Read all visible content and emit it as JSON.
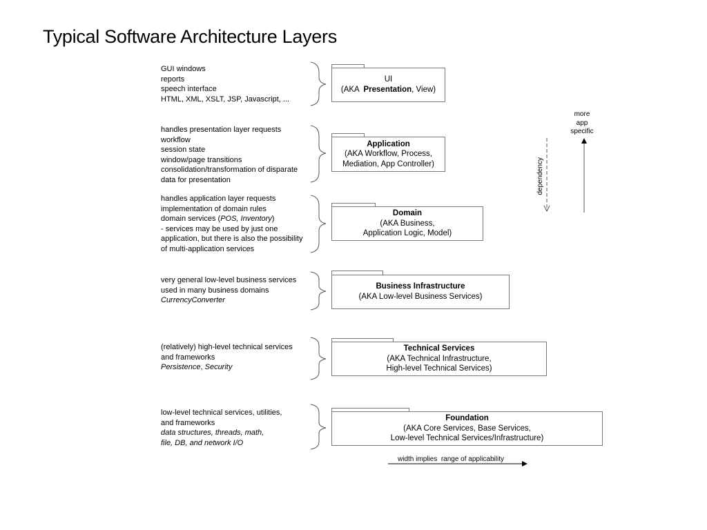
{
  "title": "Typical Software Architecture Layers",
  "layers": [
    {
      "notes": [
        "GUI windows",
        "reports",
        "speech interface",
        "HTML, XML, XSLT, JSP, Javascript, ..."
      ],
      "name_pre": "UI",
      "line2_pre": "(AKA ",
      "line2_bold": "Presentation",
      "line2_post": ", View)"
    },
    {
      "notes": [
        "handles presentation layer requests",
        "workflow",
        "session state",
        "window/page transitions",
        "consolidation/transformation of disparate",
        "data for presentation"
      ],
      "name": "Application",
      "lines": [
        "(AKA Workflow, Process,",
        "Mediation, App Controller)"
      ]
    },
    {
      "notes": [
        "handles application layer requests",
        "implementation of domain rules"
      ],
      "note3_pre": "domain services (",
      "note3_it": "POS, Inventory",
      "note3_post": ")",
      "notes_rest": [
        "- services may be used by just one",
        "application, but there is also the possibility",
        "of multi-application services"
      ],
      "name": "Domain",
      "lines": [
        "(AKA Business,",
        "Application Logic, Model)"
      ]
    },
    {
      "notes": [
        "very general low-level business services",
        "used in many business domains"
      ],
      "note_it": "CurrencyConverter",
      "name": "Business Infrastructure",
      "lines": [
        "(AKA Low-level Business Services)"
      ]
    },
    {
      "notes": [
        "(relatively) high-level technical services",
        "and frameworks"
      ],
      "note_it": "Persistence",
      "note_sep": ", ",
      "note_it2": "Security",
      "name": "Technical Services",
      "lines": [
        "(AKA Technical Infrastructure,",
        "High-level Technical Services)"
      ]
    },
    {
      "notes": [
        "low-level technical services, utilities,",
        "and frameworks"
      ],
      "notes_it": [
        "data structures, threads, math,",
        "file, DB, and network I/O"
      ],
      "name": "Foundation",
      "lines": [
        "(AKA Core Services, Base Services,",
        "Low-level Technical Services/Infrastructure)"
      ]
    }
  ],
  "dependency_label": "dependency",
  "app_specific_lines": [
    "more",
    "app",
    "specific"
  ],
  "width_label": "width implies  range of applicability"
}
